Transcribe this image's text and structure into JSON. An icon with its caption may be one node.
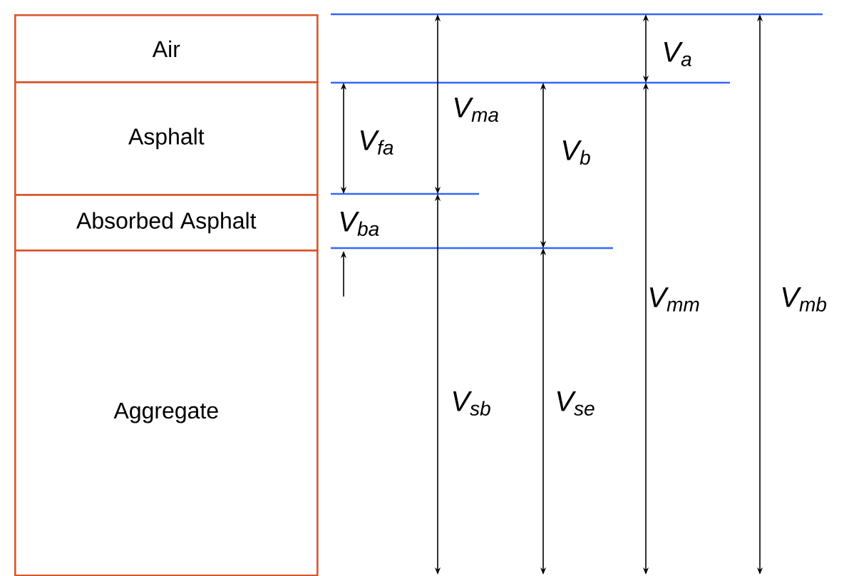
{
  "diagram": {
    "nodes": [
      {
        "text": [
          "Air"
        ]
      },
      {
        "text": [
          "Asphalt"
        ]
      },
      {
        "text": [
          "Absorbed Asphalt"
        ]
      },
      {
        "text": [
          "Aggregate"
        ]
      }
    ],
    "labels": [
      "V$_{a}$",
      "V$_{ma}$",
      "V$_{fa}$",
      "V$_{b}$",
      "V$_{ba}$",
      "V$_{mm}$",
      "V$_{mb}$",
      "V$_{sb}$",
      "V$_{se}$"
    ]
  }
}
